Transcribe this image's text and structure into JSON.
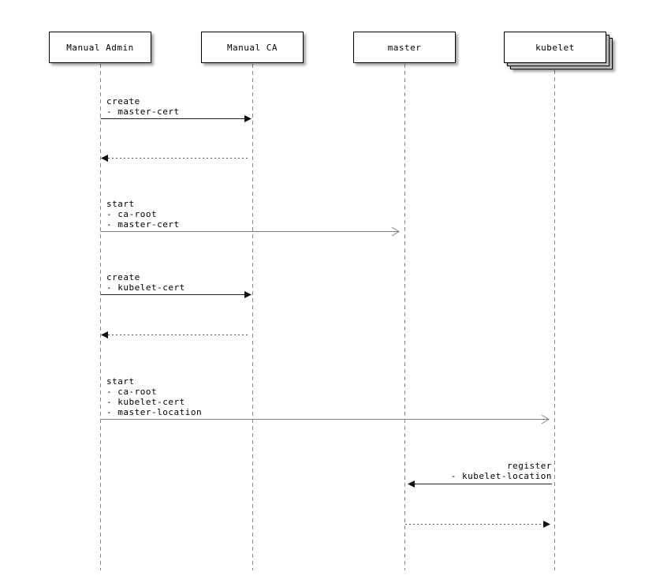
{
  "diagram": {
    "kind": "sequence-diagram",
    "background": "#ffffff",
    "colors": {
      "box_border": "#000000",
      "box_fill": "#ffffff",
      "box_shadow": "#999999",
      "lifeline": "#888888",
      "solid_message_line": "#222222",
      "async_message_line": "#808080",
      "return_message_line": "#555555",
      "text": "#000000"
    }
  },
  "actors": [
    {
      "label": "Manual Admin",
      "multi_instance": false
    },
    {
      "label": "Manual CA",
      "multi_instance": false
    },
    {
      "label": "master",
      "multi_instance": false
    },
    {
      "label": "kubelet",
      "multi_instance": true
    }
  ],
  "messages": [
    {
      "from": "Manual Admin",
      "to": "Manual CA",
      "label": "create\n- master-cert",
      "line": "solid",
      "head": "filled"
    },
    {
      "from": "Manual CA",
      "to": "Manual Admin",
      "label": "",
      "line": "dotted",
      "head": "filled"
    },
    {
      "from": "Manual Admin",
      "to": "master",
      "label": "start\n- ca-root\n- master-cert",
      "line": "solid",
      "head": "open"
    },
    {
      "from": "Manual Admin",
      "to": "Manual CA",
      "label": "create\n- kubelet-cert",
      "line": "solid",
      "head": "filled"
    },
    {
      "from": "Manual CA",
      "to": "Manual Admin",
      "label": "",
      "line": "dotted",
      "head": "filled"
    },
    {
      "from": "Manual Admin",
      "to": "kubelet",
      "label": "start\n- ca-root\n- kubelet-cert\n- master-location",
      "line": "solid",
      "head": "open"
    },
    {
      "from": "kubelet",
      "to": "master",
      "label": "register\n- kubelet-location",
      "line": "solid",
      "head": "filled"
    },
    {
      "from": "master",
      "to": "kubelet",
      "label": "",
      "line": "dotted",
      "head": "filled"
    }
  ]
}
